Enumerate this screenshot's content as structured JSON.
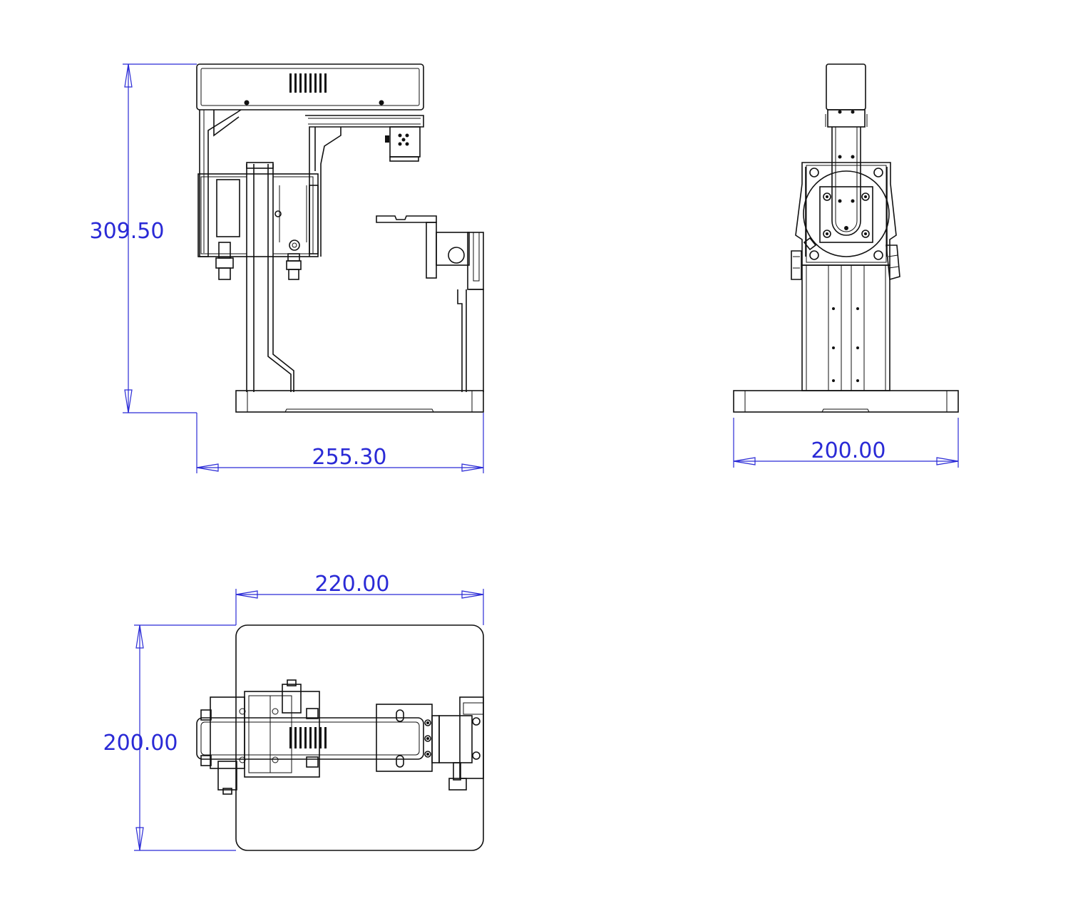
{
  "dimensions": {
    "front_height": "309.50",
    "front_width": "255.30",
    "side_width": "200.00",
    "top_width": "220.00",
    "top_depth": "200.00"
  },
  "colors": {
    "dimension": "#2a2ad6",
    "outline": "#111111",
    "background": "#ffffff"
  }
}
